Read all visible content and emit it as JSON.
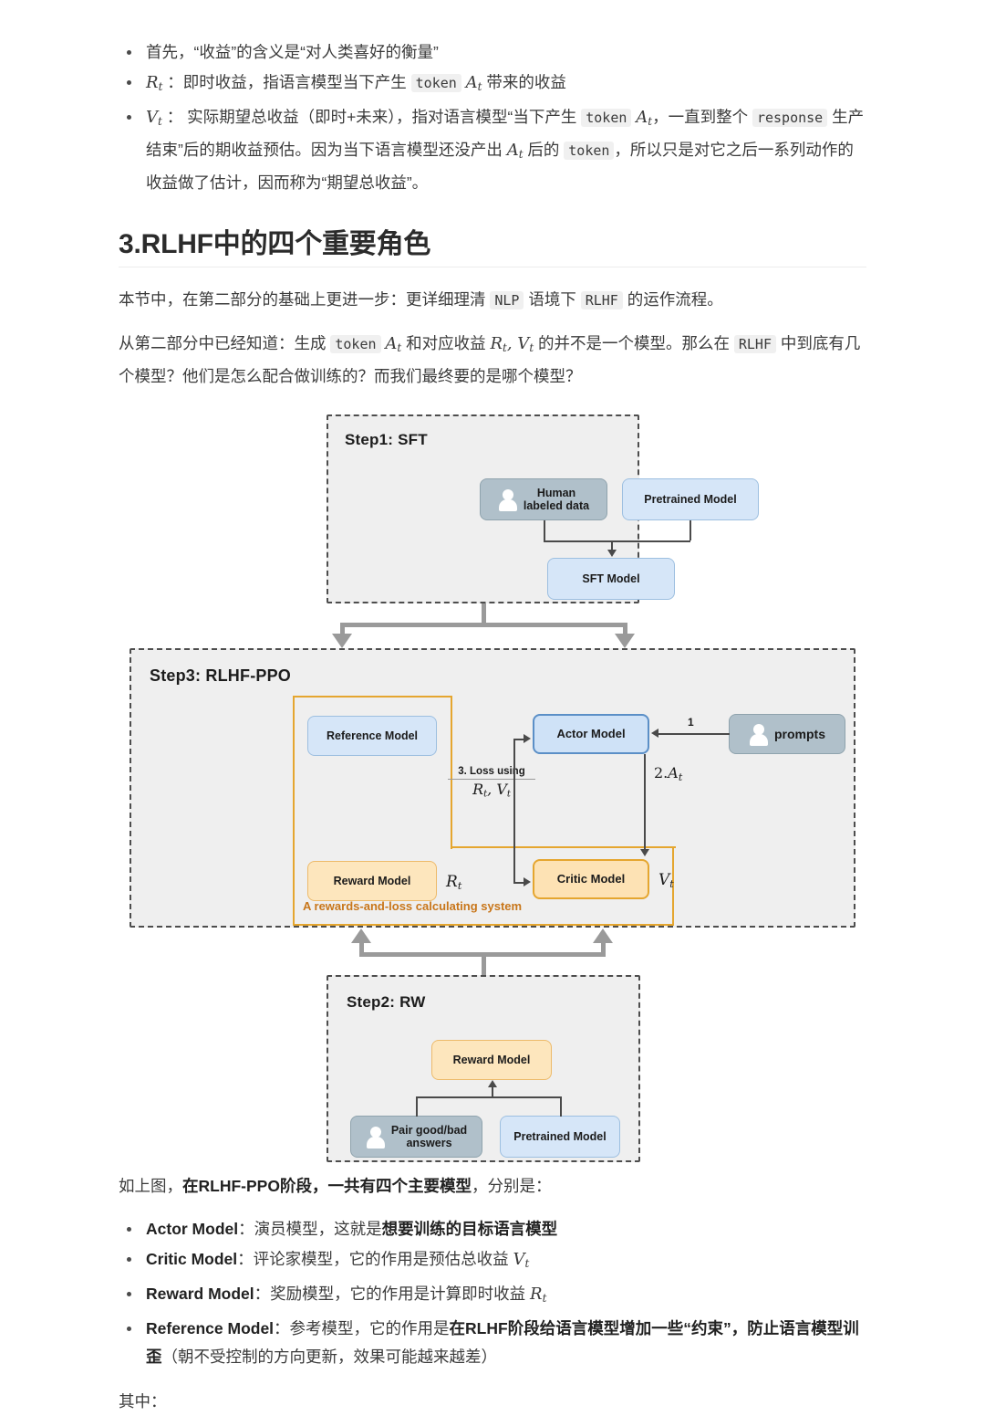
{
  "top_bullets": [
    {
      "id": "bullet-revenue-meaning",
      "text": "首先，“收益”的含义是“对人类喜好的衡量”"
    },
    {
      "id": "bullet-rt",
      "sym": "R",
      "sub": "t",
      "text": "：即时收益，指语言模型当下产生 token A_t 带来的收益"
    },
    {
      "id": "bullet-vt",
      "sym": "V",
      "sub": "t",
      "text": "：实际期望总收益（即时+未来），指对语言模型“当下产生 token A_t，一直到整个 response 生产结束”后的期收益预估。因为当下语言模型还没产出 A_t 后的 token，所以只是对它之后一系列动作的收益做了估计，因而称为“期望总收益”。"
    }
  ],
  "section": {
    "title": "3.RLHF中的四个重要角色",
    "para1_a": "本节中，在第二部分的基础上更进一步：更详细理清 ",
    "para1_code1": "NLP",
    "para1_b": " 语境下 ",
    "para1_code2": "RLHF",
    "para1_c": " 的运作流程。",
    "para2_a": "从第二部分中已经知道：生成 ",
    "para2_code1": "token",
    "para2_b": " 和对应收益 ",
    "para2_c": " 的并不是一个模型。那么在 ",
    "para2_code2": "RLHF",
    "para2_d": " 中到底有几个模型？他们是怎么配合做训练的？而我们最终要的是哪个模型？"
  },
  "diagram": {
    "step1": {
      "title": "Step1: SFT",
      "nodes": {
        "human_labeled_data": "Human\nlabeled data",
        "pretrained_model": "Pretrained Model",
        "sft_model": "SFT Model"
      }
    },
    "step3": {
      "title": "Step3: RLHF-PPO",
      "nodes": {
        "reference_model": "Reference Model",
        "reward_model": "Reward Model",
        "actor_model": "Actor Model",
        "critic_model": "Critic Model",
        "prompts": "prompts"
      },
      "frame_label": "A rewards-and-loss calculating system",
      "edges": {
        "prompt_to_actor": "1",
        "actor_to_critic_num": "2.",
        "actor_to_critic_sym": "A",
        "actor_to_critic_sub": "t",
        "loss_title": "3. Loss using",
        "loss_math_r": "R",
        "loss_math_rsub": "t",
        "loss_math_sep": ", ",
        "loss_math_v": "V",
        "loss_math_vsub": "t",
        "reward_out_sym": "R",
        "reward_out_sub": "t",
        "critic_out_sym": "V",
        "critic_out_sub": "t"
      }
    },
    "step2": {
      "title": "Step2: RW",
      "nodes": {
        "reward_model": "Reward Model",
        "pair_answers": "Pair good/bad\nanswers",
        "pretrained_model": "Pretrained Model"
      }
    }
  },
  "bottom": {
    "intro_a": "如上图，",
    "intro_b": "在RLHF-PPO阶段，一共有四个主要模型",
    "intro_c": "，分别是：",
    "items": [
      {
        "name": "Actor Model",
        "sep": "：",
        "plain": "演员模型，这就是",
        "bold": "想要训练的目标语言模型",
        "tail": ""
      },
      {
        "name": "Critic Model",
        "sep": "：",
        "plain": "评论家模型，它的作用是预估总收益 ",
        "math_sym": "V",
        "math_sub": "t",
        "tail": ""
      },
      {
        "name": "Reward Model",
        "sep": "：",
        "plain": "奖励模型，它的作用是计算即时收益 ",
        "math_sym": "R",
        "math_sub": "t",
        "tail": ""
      },
      {
        "name": "Reference Model",
        "sep": "：",
        "plain": "参考模型，它的作用是",
        "bold": "在RLHF阶段给语言模型增加一些“约束”，防止语言模型训歪",
        "tail": "（朝不受控制的方向更新，效果可能越来越差）"
      }
    ],
    "closing": "其中："
  },
  "colors": {
    "blue_fill": "#d6e6f8",
    "blue_stroke": "#9dbfe0",
    "blue_selected_stroke": "#5b8fc7",
    "gray_fill": "#b0c0ca",
    "orange_fill": "#fde6bd",
    "orange_stroke": "#edba6a",
    "yellow_frame": "#e5a62f",
    "frame_label": "#c8761a",
    "panel_bg": "#efefef",
    "dash_border": "#4d4d4d",
    "thick_arrow": "#9a9a9a"
  }
}
